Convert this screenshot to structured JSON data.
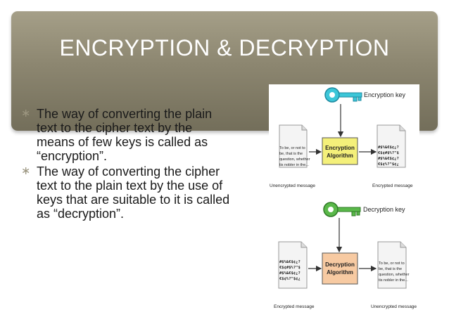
{
  "slide": {
    "title": "ENCRYPTION & DECRYPTION",
    "bullet_symbol": "∗",
    "bullets": [
      "The way of converting the plain text to the cipher text by the means of few keys is called as “encryption”.",
      "The way of converting the cipher text to the plain text by the use of keys that are suitable to it is called as “decryption”."
    ]
  },
  "figure": {
    "encryption": {
      "key_label": "Encryption key",
      "box_line1": "Encryption",
      "box_line2": "Algorithm",
      "plain_lines": [
        "To be, or not to",
        "be, that is the",
        "question, whether",
        "tis nobler in the..."
      ],
      "cipher_lines": [
        "#$%&€$¢¿?",
        "€$¢#$%?\"$",
        "#$%&€$¢¿?",
        "€$¢%?\"$¢¿"
      ],
      "left_caption": "Unencrypted message",
      "right_caption": "Encrypted message"
    },
    "decryption": {
      "key_label": "Decryption key",
      "box_line1": "Decryption",
      "box_line2": "Algorithm",
      "cipher_lines": [
        "#$%&€$¢¿?",
        "€$¢#$%?\"$",
        "#$%&€$¢¿?",
        "€$¢%?\"$¢¿"
      ],
      "plain_lines": [
        "To be, or not to",
        "be, that is the",
        "question, whether",
        "tis nobler in the..."
      ],
      "left_caption": "Encrypted message",
      "right_caption": "Unencrypted message"
    },
    "colors": {
      "encryption_key": "#3cc6d8",
      "decryption_key": "#5ab84a",
      "encryption_box": "#f4f07a",
      "decryption_box": "#f7caa2"
    }
  }
}
